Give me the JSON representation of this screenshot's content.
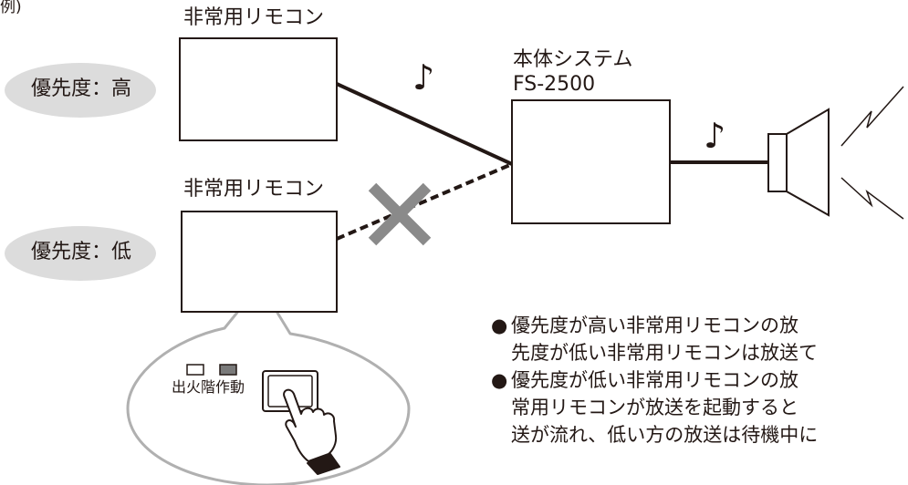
{
  "corner_text": "例)",
  "remote_high": {
    "label": "非常用リモコン",
    "priority": "優先度：高"
  },
  "remote_low": {
    "label": "非常用リモコン",
    "priority": "優先度：低"
  },
  "main_system": {
    "line1": "本体システム",
    "line2": "FS-2500"
  },
  "music_symbol": "♪",
  "bubble": {
    "fire_floor_label": "出火階",
    "active_label": "作動"
  },
  "notes": [
    {
      "bullet": "●",
      "lines": [
        "優先度が高い非常用リモコンの放",
        "先度が低い非常用リモコンは放送て"
      ]
    },
    {
      "bullet": "●",
      "lines": [
        "優先度が低い非常用リモコンの放",
        "常用リモコンが放送を起動すると",
        "送が流れ、低い方の放送は待機中に"
      ]
    }
  ],
  "colors": {
    "line": "#231815",
    "priority_bubble": "#dcdcdc",
    "speech_bubble_stroke": "#b0b0b0",
    "cross": "#8a8a8a",
    "active_lamp": "#7a7a7a"
  }
}
